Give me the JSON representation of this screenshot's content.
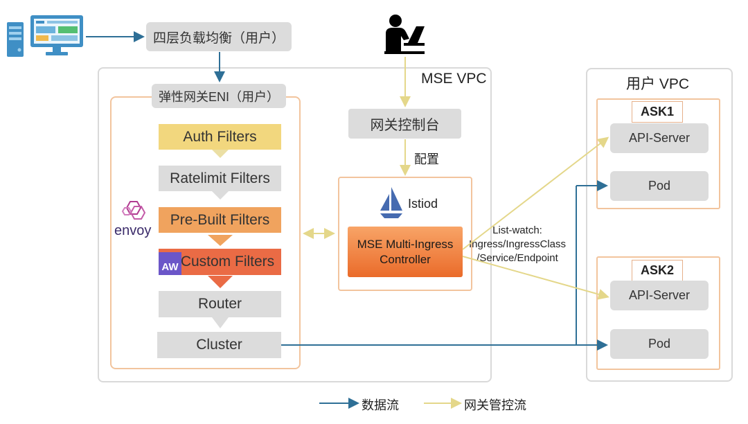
{
  "nodes": {
    "l4lb": "四层负载均衡（用户）",
    "eni": "弹性网关ENI（用户）",
    "console": "网关控制台",
    "config": "配置",
    "istiod": "Istiod",
    "controller": "MSE Multi-Ingress Controller",
    "mse_vpc": "MSE VPC",
    "user_vpc": "用户 VPC",
    "envoy": "envoy",
    "list_watch": "List-watch:\nIngress/IngressClass\n/Service/Endpoint"
  },
  "filters": [
    {
      "label": "Auth Filters"
    },
    {
      "label": "Ratelimit Filters"
    },
    {
      "label": "Pre-Built Filters"
    },
    {
      "label": "Custom Filters",
      "badge": "AW"
    },
    {
      "label": "Router"
    },
    {
      "label": "Cluster"
    }
  ],
  "clusters": [
    {
      "name": "ASK1",
      "api": "API-Server",
      "pod": "Pod"
    },
    {
      "name": "ASK2",
      "api": "API-Server",
      "pod": "Pod"
    }
  ],
  "legend": {
    "data_flow": "数据流",
    "control_flow": "网关管控流"
  },
  "colors": {
    "data_flow": "#2e6f96",
    "control_flow": "#ede4a4",
    "auth": "#f2d77e",
    "prebuilt": "#f0a35e",
    "custom": "#ea6b45",
    "gray": "#dcdcdc",
    "orange_border": "#f2c49d"
  },
  "icons": [
    "server-icon",
    "monitor-icon",
    "user-laptop-icon",
    "istio-sail-icon",
    "envoy-hexagon-icon"
  ]
}
